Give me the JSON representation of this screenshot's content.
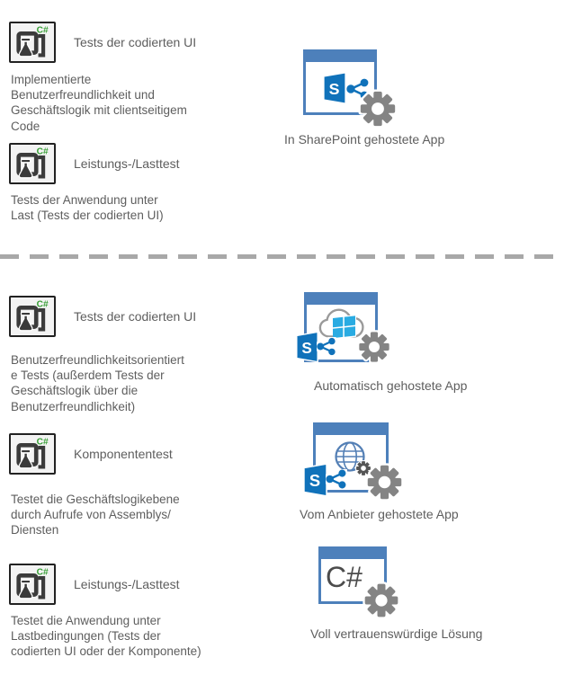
{
  "sections": {
    "top": {
      "tests": [
        {
          "label": "Tests der codierten UI",
          "description": "Implementierte\nBenutzerfreundlichkeit und\nGeschäftslogik mit clientseitigem\nCode"
        },
        {
          "label": "Leistungs-/Lasttest",
          "description": "Tests der Anwendung unter\nLast (Tests der codierten UI)"
        }
      ],
      "app_label": "In SharePoint gehostete App"
    },
    "bottom": {
      "tests": [
        {
          "label": "Tests der codierten UI",
          "description": "Benutzerfreundlichkeitsorientiert\ne Tests (außerdem Tests der\nGeschäftslogik über die\nBenutzerfreundlichkeit)"
        },
        {
          "label": "Komponententest",
          "description": "Testet die Geschäftslogikebene\ndurch Aufrufe von Assemblys/\nDiensten"
        },
        {
          "label": "Leistungs-/Lasttest",
          "description": "Testet die Anwendung unter\nLastbedingungen (Tests der\ncodierten UI oder der Komponente)"
        }
      ],
      "app_labels": [
        "Automatisch gehostete App",
        "Vom Anbieter gehostete App",
        "Voll vertrauenswürdige Lösung"
      ]
    }
  },
  "glyphs": {
    "test_badge": "C#",
    "sharepoint_letter": "S",
    "csharp_label": "C#"
  },
  "colors": {
    "window_blue": "#4d80bb",
    "sharepoint_blue": "#1072ba",
    "azure_cyan": "#29abe2",
    "gear_gray": "#848484",
    "test_green": "#379e35",
    "glyph_dark": "#3b3b3b",
    "text_gray": "#5e5e5e",
    "divider_gray": "#a8a8a8",
    "globe_blue": "#537fb5"
  }
}
